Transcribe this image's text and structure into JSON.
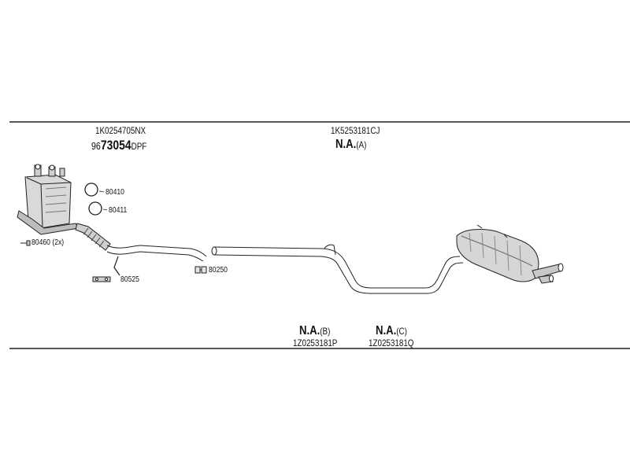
{
  "parts": {
    "dpf_part_number": "1K0254705NX",
    "dpf_code_prefix": "96",
    "dpf_code_main": "73054",
    "dpf_code_suffix": "DPF",
    "rear_part_number": "1K5253181CJ",
    "rear_na": "N.A.",
    "rear_na_suffix": "(A)",
    "mid_b_na": "N.A.",
    "mid_b_suffix": "(B)",
    "mid_b_number": "1Z0253181P",
    "mid_c_na": "N.A.",
    "mid_c_suffix": "(C)",
    "mid_c_number": "1Z0253181Q"
  },
  "callouts": {
    "gasket_top": "80410",
    "gasket_bottom": "80411",
    "bolts": "80460 (2x)",
    "hanger": "80525",
    "clamp": "80250"
  }
}
